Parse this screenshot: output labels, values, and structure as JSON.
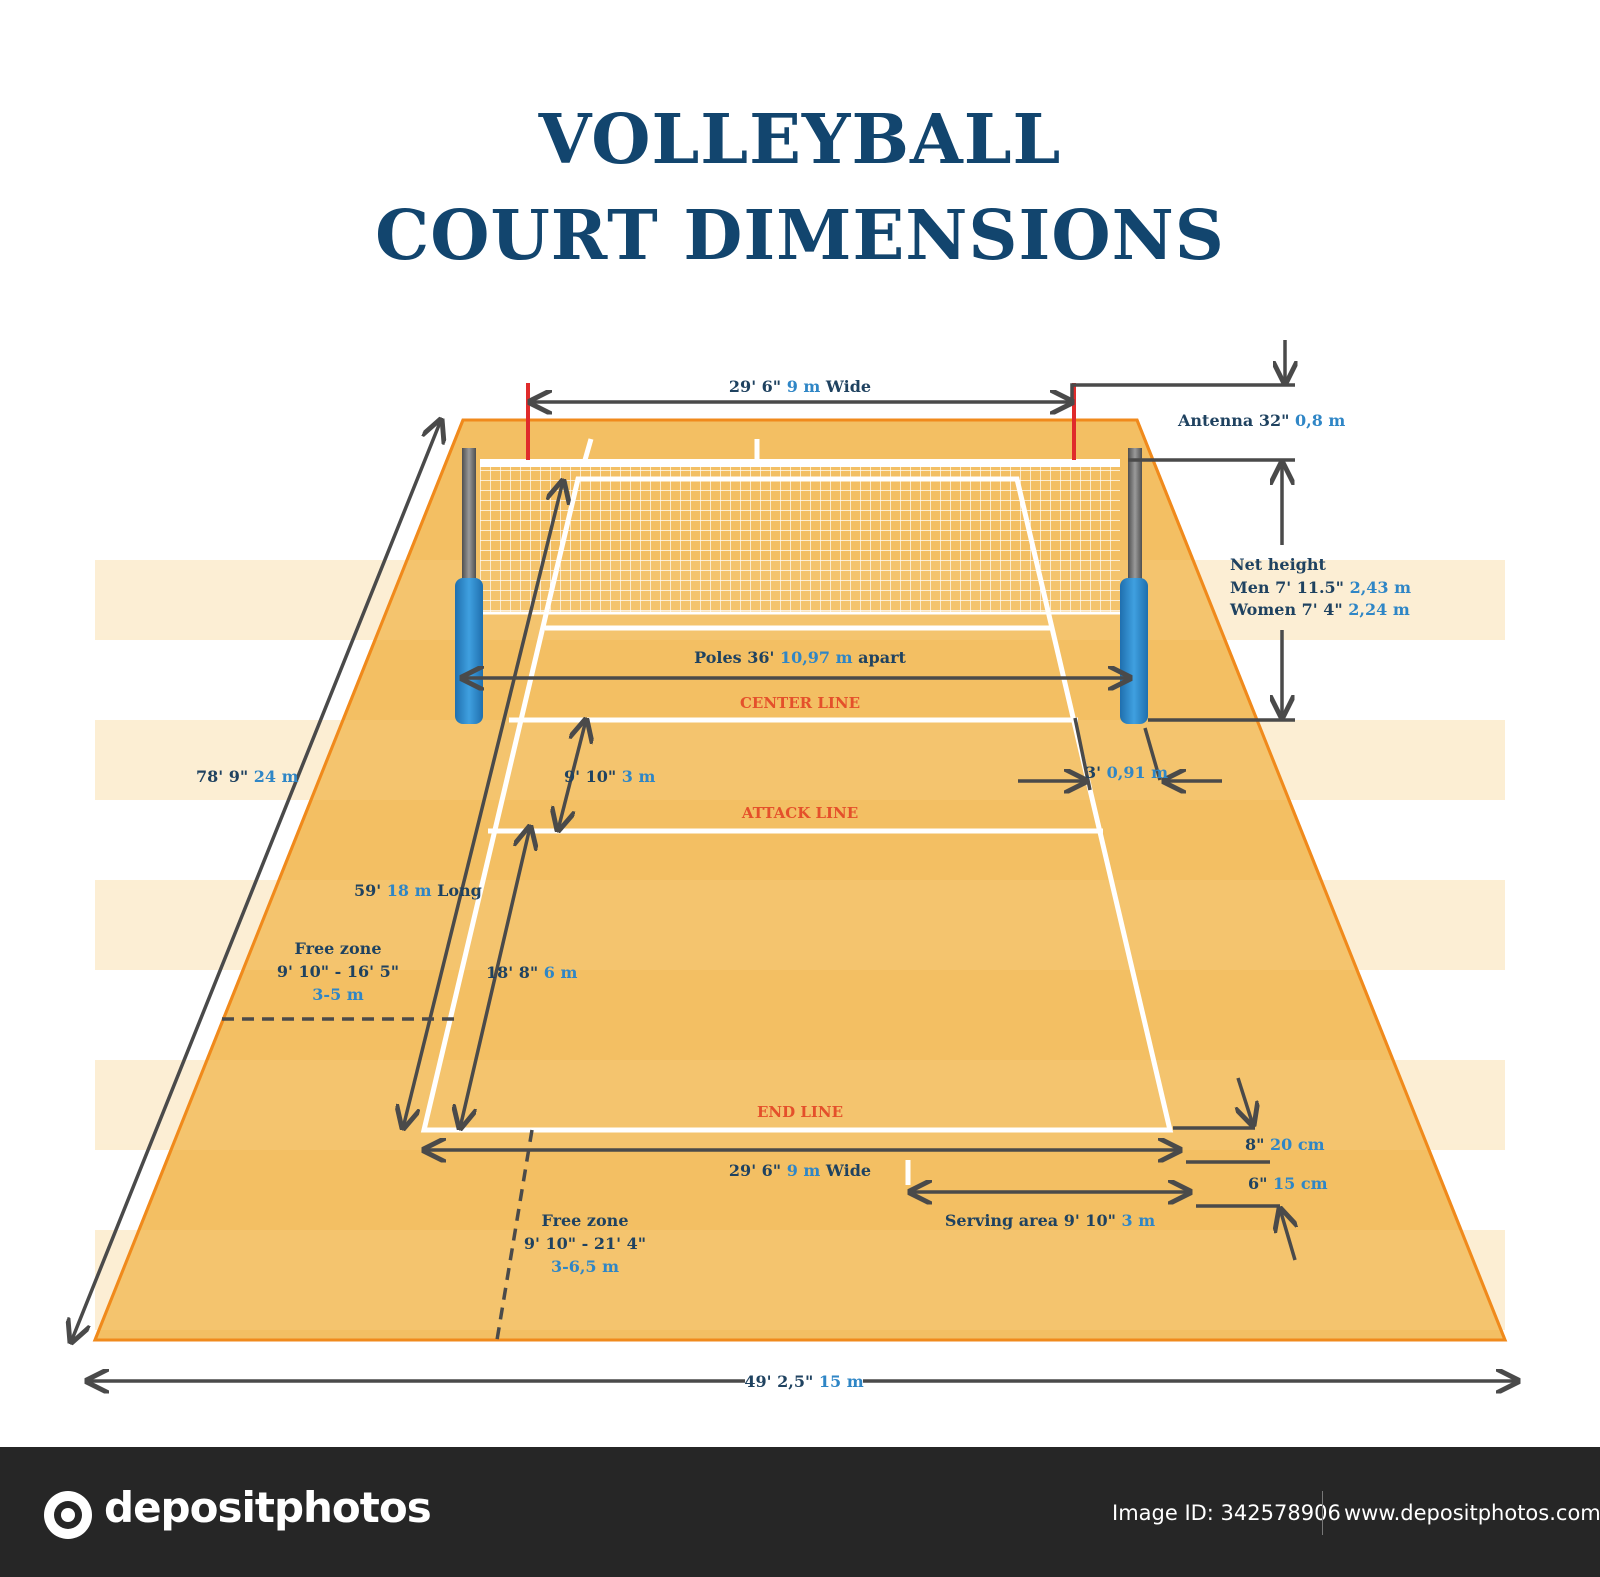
{
  "title": {
    "line1": "VOLLEYBALL",
    "line2": "COURT DIMENSIONS"
  },
  "court": {
    "floor_color": "#f3bf63",
    "border_color": "#f08a1c",
    "line_color": "#ffffff",
    "pole_color": "#2f86c6",
    "antenna_color": "#e02b2b",
    "arrow_color": "#4a4a4a"
  },
  "lines": {
    "center": "CENTER LINE",
    "attack": "ATTACK LINE",
    "end": "END LINE"
  },
  "labels": {
    "net_width": {
      "imperial": "29' 6\"",
      "metric": "9 m",
      "suffix": "Wide"
    },
    "antenna": {
      "prefix": "Antenna 32\"",
      "metric": "0,8 m"
    },
    "net_height": {
      "title": "Net height",
      "men_prefix": "Men 7' 11.5\"",
      "men_metric": "2,43 m",
      "women_prefix": "Women 7' 4\"",
      "women_metric": "2,24 m"
    },
    "poles": {
      "prefix": "Poles 36'",
      "metric": "10,97 m",
      "suffix": "apart"
    },
    "attack_zone": {
      "imperial": "9' 10\"",
      "metric": "3 m"
    },
    "pole_offset": {
      "imperial": "3'",
      "metric": "0,91 m"
    },
    "total_length": {
      "imperial": "78' 9\"",
      "metric": "24 m"
    },
    "court_length": {
      "imperial": "59'",
      "metric": "18 m",
      "suffix": "Long"
    },
    "side_free_zone": {
      "title": "Free zone",
      "imperial": "9' 10\" - 16' 5\"",
      "metric": "3-5 m"
    },
    "back_court": {
      "imperial": "18' 8\"",
      "metric": "6 m"
    },
    "end_width": {
      "imperial": "29' 6\"",
      "metric": "9 m",
      "suffix": "Wide"
    },
    "line_8": {
      "imperial": "8\"",
      "metric": "20 cm"
    },
    "line_6": {
      "imperial": "6\"",
      "metric": "15 cm"
    },
    "serving_area": {
      "prefix": "Serving area 9' 10\"",
      "metric": "3 m"
    },
    "end_free_zone": {
      "title": "Free zone",
      "imperial": "9' 10\" - 21' 4\"",
      "metric": "3-6,5 m"
    },
    "total_width": {
      "imperial": "49' 2,5\"",
      "metric": "15 m"
    }
  },
  "footer": {
    "logo": "depositphotos",
    "image_id": "Image ID: 342578906",
    "site": "www.depositphotos.com"
  }
}
